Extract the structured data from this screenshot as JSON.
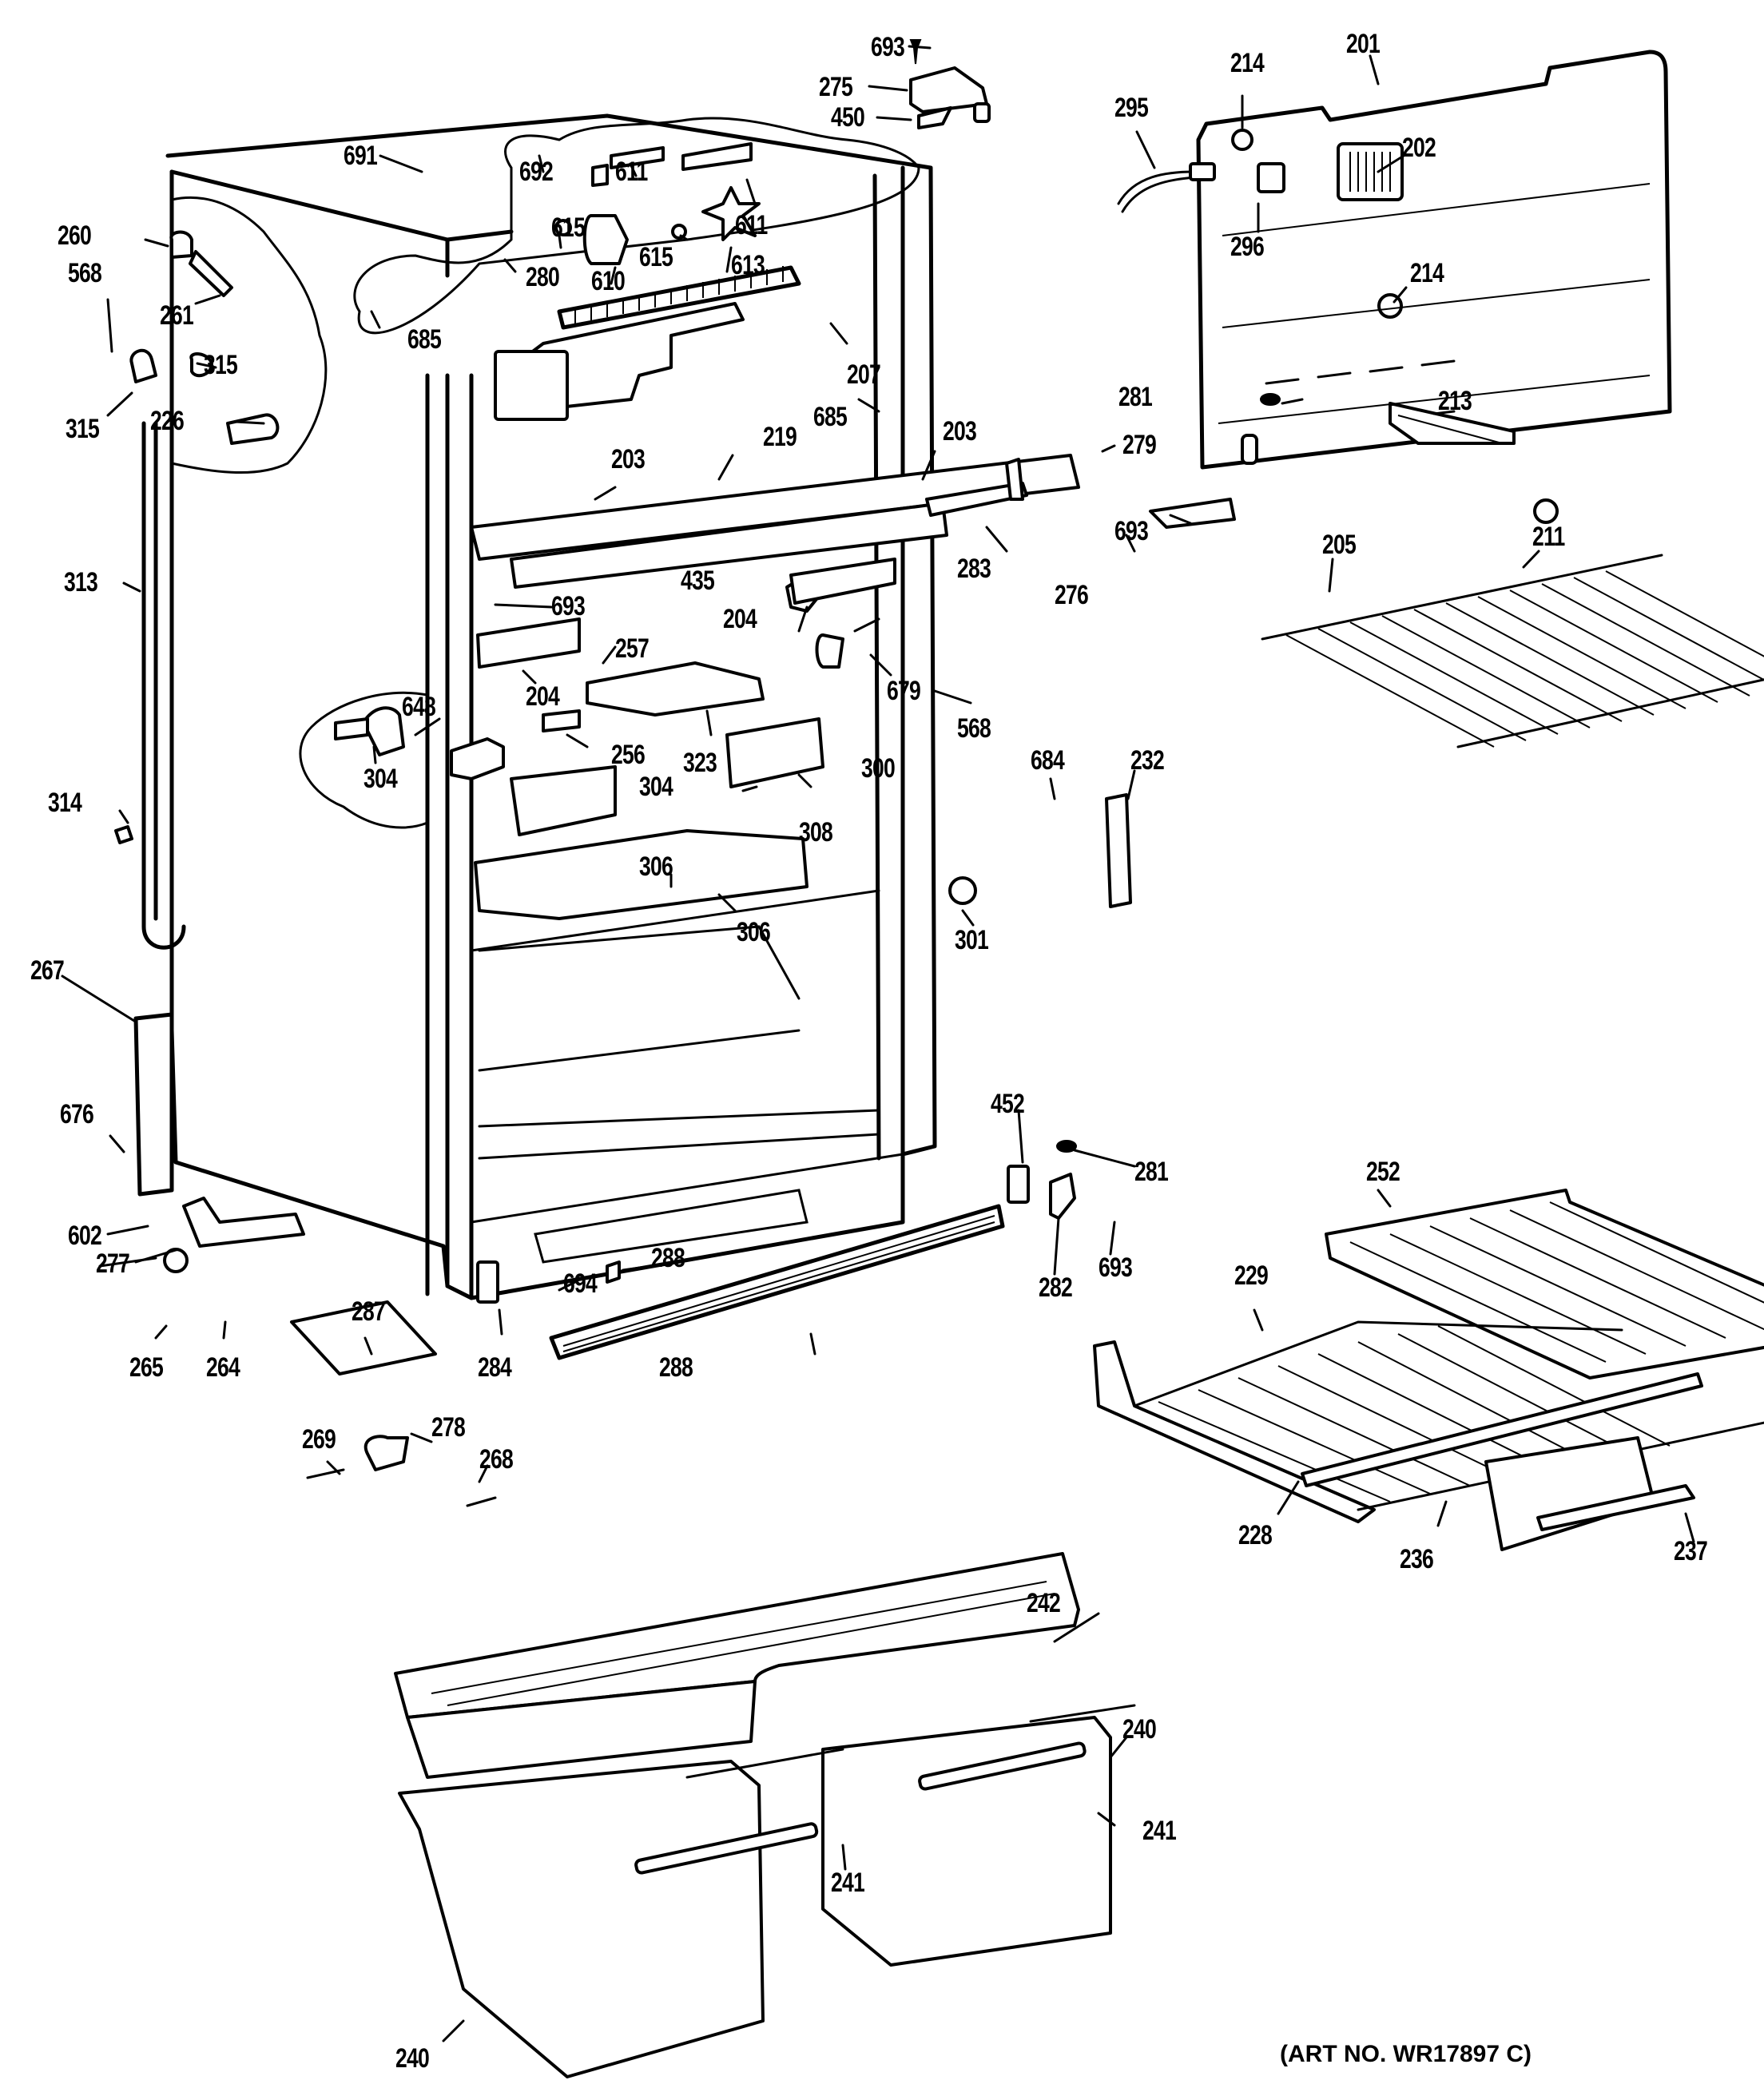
{
  "diagram": {
    "type": "exploded-parts-diagram",
    "subject": "Refrigerator cabinet parts",
    "art_number": "(ART NO. WR17897 C)",
    "colors": {
      "line": "#000000",
      "background": "#ffffff"
    }
  },
  "labels": [
    {
      "id": "693a",
      "text": "693"
    },
    {
      "id": "275",
      "text": "275"
    },
    {
      "id": "450",
      "text": "450"
    },
    {
      "id": "201",
      "text": "201"
    },
    {
      "id": "214a",
      "text": "214"
    },
    {
      "id": "295",
      "text": "295"
    },
    {
      "id": "202",
      "text": "202"
    },
    {
      "id": "296",
      "text": "296"
    },
    {
      "id": "214b",
      "text": "214"
    },
    {
      "id": "213",
      "text": "213"
    },
    {
      "id": "691",
      "text": "691"
    },
    {
      "id": "692",
      "text": "692"
    },
    {
      "id": "611a",
      "text": "611"
    },
    {
      "id": "611b",
      "text": "611"
    },
    {
      "id": "615a",
      "text": "615"
    },
    {
      "id": "615b",
      "text": "615"
    },
    {
      "id": "610",
      "text": "610"
    },
    {
      "id": "613",
      "text": "613"
    },
    {
      "id": "280",
      "text": "280"
    },
    {
      "id": "260",
      "text": "260"
    },
    {
      "id": "261",
      "text": "261"
    },
    {
      "id": "568a",
      "text": "568"
    },
    {
      "id": "315a",
      "text": "315"
    },
    {
      "id": "315b",
      "text": "315"
    },
    {
      "id": "226",
      "text": "226"
    },
    {
      "id": "685a",
      "text": "685"
    },
    {
      "id": "207",
      "text": "207"
    },
    {
      "id": "685b",
      "text": "685"
    },
    {
      "id": "281a",
      "text": "281"
    },
    {
      "id": "279",
      "text": "279"
    },
    {
      "id": "219",
      "text": "219"
    },
    {
      "id": "203a",
      "text": "203"
    },
    {
      "id": "203b",
      "text": "203"
    },
    {
      "id": "693b",
      "text": "693"
    },
    {
      "id": "283",
      "text": "283"
    },
    {
      "id": "276",
      "text": "276"
    },
    {
      "id": "211",
      "text": "211"
    },
    {
      "id": "205",
      "text": "205"
    },
    {
      "id": "313",
      "text": "313"
    },
    {
      "id": "693c",
      "text": "693"
    },
    {
      "id": "435",
      "text": "435"
    },
    {
      "id": "204a",
      "text": "204"
    },
    {
      "id": "257",
      "text": "257"
    },
    {
      "id": "204b",
      "text": "204"
    },
    {
      "id": "679",
      "text": "679"
    },
    {
      "id": "568b",
      "text": "568"
    },
    {
      "id": "648",
      "text": "648"
    },
    {
      "id": "304a",
      "text": "304"
    },
    {
      "id": "256",
      "text": "256"
    },
    {
      "id": "323",
      "text": "323"
    },
    {
      "id": "300",
      "text": "300"
    },
    {
      "id": "684",
      "text": "684"
    },
    {
      "id": "232",
      "text": "232"
    },
    {
      "id": "304b",
      "text": "304"
    },
    {
      "id": "308",
      "text": "308"
    },
    {
      "id": "314",
      "text": "314"
    },
    {
      "id": "306a",
      "text": "306"
    },
    {
      "id": "306b",
      "text": "306"
    },
    {
      "id": "301",
      "text": "301"
    },
    {
      "id": "267",
      "text": "267"
    },
    {
      "id": "676",
      "text": "676"
    },
    {
      "id": "452",
      "text": "452"
    },
    {
      "id": "281b",
      "text": "281"
    },
    {
      "id": "252",
      "text": "252"
    },
    {
      "id": "602",
      "text": "602"
    },
    {
      "id": "277",
      "text": "277"
    },
    {
      "id": "288a",
      "text": "288"
    },
    {
      "id": "694",
      "text": "694"
    },
    {
      "id": "282",
      "text": "282"
    },
    {
      "id": "693d",
      "text": "693"
    },
    {
      "id": "229",
      "text": "229"
    },
    {
      "id": "287",
      "text": "287"
    },
    {
      "id": "265",
      "text": "265"
    },
    {
      "id": "264",
      "text": "264"
    },
    {
      "id": "284",
      "text": "284"
    },
    {
      "id": "288b",
      "text": "288"
    },
    {
      "id": "269",
      "text": "269"
    },
    {
      "id": "278",
      "text": "278"
    },
    {
      "id": "268",
      "text": "268"
    },
    {
      "id": "228",
      "text": "228"
    },
    {
      "id": "236",
      "text": "236"
    },
    {
      "id": "237",
      "text": "237"
    },
    {
      "id": "242",
      "text": "242"
    },
    {
      "id": "240a",
      "text": "240"
    },
    {
      "id": "241a",
      "text": "241"
    },
    {
      "id": "241b",
      "text": "241"
    },
    {
      "id": "240b",
      "text": "240"
    }
  ]
}
